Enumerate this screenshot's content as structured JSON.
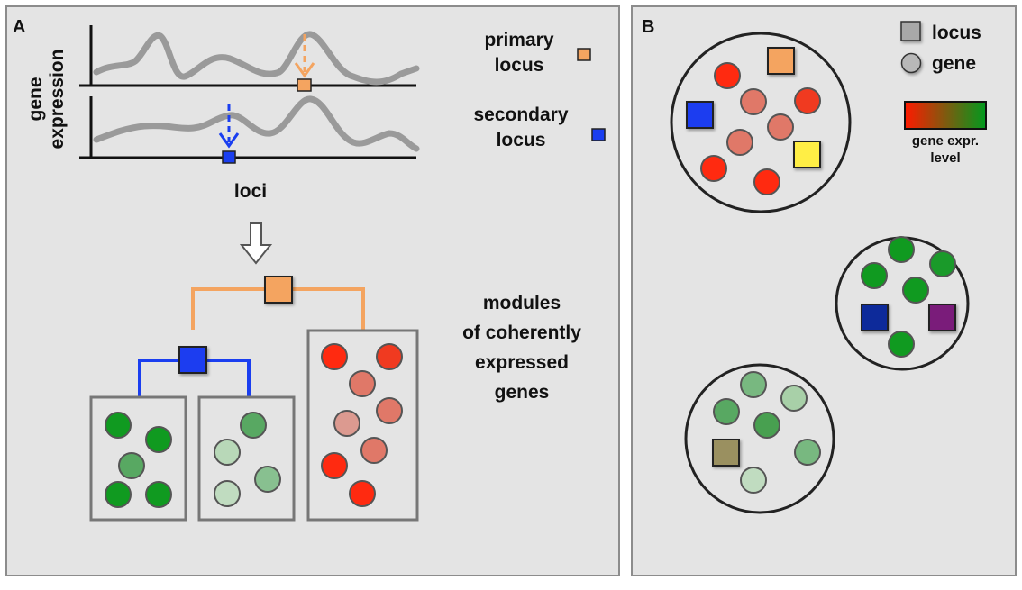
{
  "panel_a": {
    "letter": "A",
    "y_axis_label_line1": "gene",
    "y_axis_label_line2": "expression",
    "x_axis_label": "loci",
    "primary_locus": {
      "line1": "primary",
      "line2": "locus",
      "color": "#f4a460"
    },
    "secondary_locus": {
      "line1": "secondary",
      "line2": "locus",
      "color": "#1a3ef0"
    },
    "modules_label": [
      "modules",
      "of coherently",
      "expressed",
      "genes"
    ]
  },
  "panel_b": {
    "letter": "B",
    "legend": {
      "locus_label": "locus",
      "gene_label": "gene",
      "expr_label_line1": "gene expr.",
      "expr_label_line2": "level",
      "gradient_colors": [
        "#ff1a00",
        "#009a1e"
      ]
    }
  },
  "colors": {
    "curve": "#9a9a9a",
    "orange": "#f4a460",
    "blue": "#1a3ef0",
    "red": "#ff2a10",
    "salmon": "#e07868",
    "green": "#109a20",
    "pale_green": "#c0dcc0",
    "yellow": "#ffee44",
    "navy": "#0a2a9a",
    "purple": "#7a1a7a",
    "olive": "#9a9060"
  }
}
